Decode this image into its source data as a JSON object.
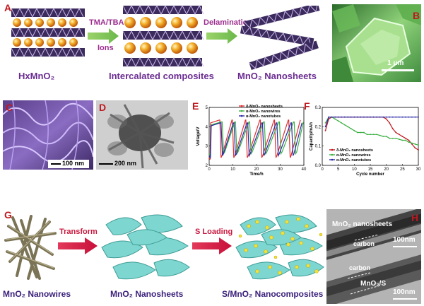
{
  "panel_labels": [
    "A",
    "B",
    "C",
    "D",
    "E",
    "F",
    "G",
    "H"
  ],
  "panelA": {
    "stage1_caption": "HxMnO₂",
    "stage2_caption": "Intercalated composites",
    "stage3_caption": "MnO₂ Nanosheets",
    "arrow1_label_line1": "TMA/TBA",
    "arrow1_label_line2": "Ions",
    "arrow2_label": "Delamination"
  },
  "panelB": {
    "scale": "1 μm"
  },
  "panelC": {
    "scale": "100 nm"
  },
  "panelD": {
    "scale": "200 nm"
  },
  "panelG": {
    "arrow1_label": "Transform",
    "arrow2_label": "S Loading",
    "caption1": "MnO₂ Nanowires",
    "caption2": "MnO₂ Nanosheets",
    "caption3": "S/MnO₂ Nanocomposites"
  },
  "panelH": {
    "label_top": "MnO₂ nanosheets",
    "carbon_top": "carbon",
    "scale_top": "100nm",
    "carbon_bottom": "carbon",
    "label_bottom": "MnO₂/S",
    "scale_bottom": "100nm"
  },
  "chart_data": [
    {
      "type": "line",
      "panel": "E",
      "xlabel": "Time/h",
      "ylabel": "Voltage/V",
      "xlim": [
        0,
        40
      ],
      "ylim": [
        2,
        5
      ],
      "xticks": [
        0,
        10,
        20,
        30,
        40
      ],
      "yticks": [
        2,
        3,
        4,
        5
      ],
      "grid": false,
      "legend_position": "top",
      "series": [
        {
          "name": "δ-MnO₂ nanosheets",
          "color": "#e03030",
          "x": [
            0,
            0.4,
            0.6,
            4.3,
            4.5,
            5.0,
            5.4,
            9.6,
            9.8,
            10.4,
            10.8,
            15.3,
            15.5,
            16.1,
            16.5,
            21.4,
            21.6,
            22.2,
            22.6,
            27.4,
            27.6,
            28.2,
            28.6,
            33.4,
            33.6,
            34.2,
            34.6,
            38.5
          ],
          "y": [
            2.4,
            2.3,
            4.2,
            4.35,
            4.35,
            2.4,
            2.5,
            4.35,
            4.35,
            2.4,
            2.5,
            4.35,
            4.35,
            2.4,
            2.5,
            4.35,
            4.35,
            2.4,
            2.5,
            4.35,
            4.35,
            2.4,
            2.5,
            4.35,
            4.35,
            2.4,
            2.5,
            4.35
          ]
        },
        {
          "name": "α-MnO₂ nanowires",
          "color": "#3cb043",
          "x": [
            0,
            0.6,
            0.9,
            5.2,
            5.5,
            6.1,
            6.6,
            10.8,
            11.1,
            11.7,
            12.2,
            16.8,
            17.1,
            17.7,
            18.2,
            23.0,
            23.3,
            23.9,
            24.4,
            29.4,
            29.7,
            30.3,
            30.8,
            35.6,
            35.9,
            36.5,
            37.0,
            39.8
          ],
          "y": [
            2.6,
            2.5,
            4.1,
            4.25,
            4.25,
            2.6,
            2.7,
            4.25,
            4.25,
            2.6,
            2.7,
            4.25,
            4.25,
            2.6,
            2.7,
            4.25,
            4.25,
            2.6,
            2.7,
            4.25,
            4.25,
            2.6,
            2.7,
            4.25,
            4.25,
            2.6,
            2.7,
            4.25
          ]
        },
        {
          "name": "α-MnO₂ nanotubes",
          "color": "#2a2aa8",
          "x": [
            0,
            0.5,
            0.8,
            4.7,
            5.0,
            5.6,
            6.0,
            10.2,
            10.5,
            11.1,
            11.5,
            16.0,
            16.3,
            16.9,
            17.3,
            22.2,
            22.5,
            23.1,
            23.5,
            28.3,
            28.6,
            29.2,
            29.6,
            34.5,
            34.8,
            35.4,
            35.8,
            39.2
          ],
          "y": [
            2.5,
            2.4,
            4.05,
            4.2,
            4.2,
            2.5,
            2.6,
            4.2,
            4.2,
            2.5,
            2.6,
            4.2,
            4.2,
            2.5,
            2.6,
            4.2,
            4.2,
            2.5,
            2.6,
            4.2,
            4.2,
            2.5,
            2.6,
            4.2,
            4.2,
            2.5,
            2.6,
            4.2
          ]
        }
      ]
    },
    {
      "type": "line",
      "panel": "F",
      "xlabel": "Cycle number",
      "ylabel": "Capacity/mAh",
      "xlim": [
        0,
        30
      ],
      "ylim": [
        0.0,
        0.3
      ],
      "xticks": [
        0,
        5,
        10,
        15,
        20,
        25,
        30
      ],
      "yticks": [
        0.0,
        0.1,
        0.2,
        0.3
      ],
      "grid": false,
      "legend_position": "bottom-left",
      "series": [
        {
          "name": "δ-MnO₂ nanosheets",
          "color": "#c0181f",
          "x": [
            1,
            2,
            3,
            4,
            5,
            6,
            7,
            8,
            9,
            10,
            11,
            12,
            13,
            14,
            15,
            16,
            17,
            18,
            19,
            20,
            21,
            22,
            23,
            24,
            25,
            26,
            27,
            28,
            29,
            30
          ],
          "y": [
            0.18,
            0.24,
            0.25,
            0.25,
            0.25,
            0.25,
            0.25,
            0.25,
            0.25,
            0.25,
            0.25,
            0.25,
            0.25,
            0.25,
            0.25,
            0.25,
            0.25,
            0.25,
            0.25,
            0.24,
            0.22,
            0.19,
            0.17,
            0.16,
            0.15,
            0.14,
            0.13,
            0.11,
            0.09,
            0.08
          ]
        },
        {
          "name": "α-MnO₂ nanowires",
          "color": "#3cb043",
          "x": [
            1,
            2,
            3,
            4,
            5,
            6,
            7,
            8,
            9,
            10,
            11,
            12,
            13,
            14,
            15,
            16,
            17,
            18,
            19,
            20,
            21,
            22,
            23,
            24,
            25,
            26,
            27,
            28,
            29,
            30
          ],
          "y": [
            0.22,
            0.25,
            0.25,
            0.24,
            0.23,
            0.22,
            0.21,
            0.2,
            0.19,
            0.18,
            0.17,
            0.17,
            0.17,
            0.16,
            0.16,
            0.16,
            0.16,
            0.155,
            0.15,
            0.15,
            0.14,
            0.14,
            0.14,
            0.135,
            0.13,
            0.13,
            0.12,
            0.115,
            0.11,
            0.105
          ]
        },
        {
          "name": "α-MnO₂ nanotubes",
          "color": "#2a2aa8",
          "x": [
            1,
            2,
            3,
            4,
            5,
            6,
            7,
            8,
            9,
            10,
            11,
            12,
            13,
            14,
            15,
            16,
            17,
            18,
            19,
            20,
            21,
            22,
            23,
            24,
            25,
            26,
            27,
            28,
            29,
            30
          ],
          "y": [
            0.2,
            0.25,
            0.25,
            0.25,
            0.25,
            0.25,
            0.25,
            0.25,
            0.25,
            0.25,
            0.25,
            0.25,
            0.25,
            0.25,
            0.25,
            0.25,
            0.25,
            0.25,
            0.25,
            0.25,
            0.25,
            0.25,
            0.25,
            0.25,
            0.25,
            0.25,
            0.25,
            0.25,
            0.25,
            0.25
          ]
        }
      ]
    }
  ]
}
